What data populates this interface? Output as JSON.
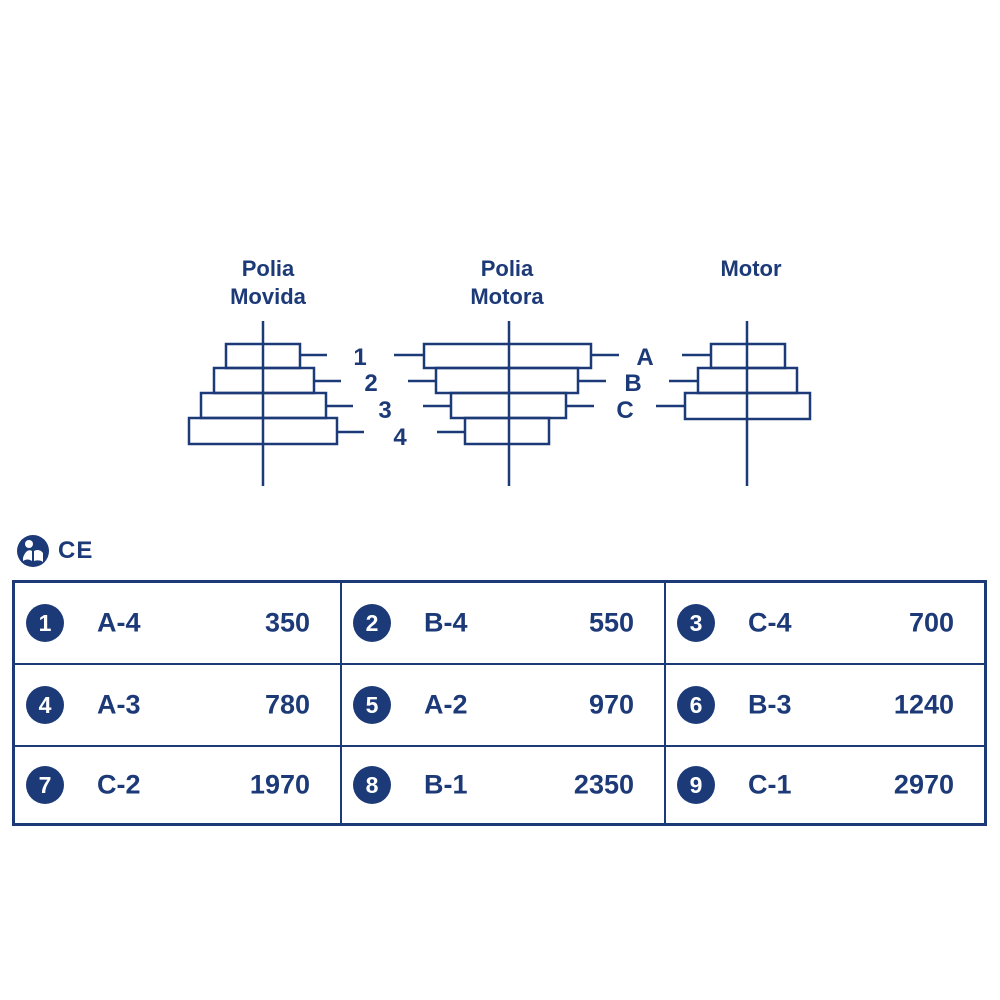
{
  "diagram": {
    "headers": {
      "driven": [
        "Polia",
        "Movida"
      ],
      "driver": [
        "Polia",
        "Motora"
      ],
      "motor": [
        "Motor"
      ]
    },
    "driven_labels": [
      "1",
      "2",
      "3",
      "4"
    ],
    "driver_labels": [
      "A",
      "B",
      "C"
    ]
  },
  "icons": {
    "manual": "read-manual-icon",
    "ce_mark": "CE"
  },
  "table": {
    "cells": [
      {
        "num": "1",
        "combo": "A-4",
        "rpm": "350"
      },
      {
        "num": "2",
        "combo": "B-4",
        "rpm": "550"
      },
      {
        "num": "3",
        "combo": "C-4",
        "rpm": "700"
      },
      {
        "num": "4",
        "combo": "A-3",
        "rpm": "780"
      },
      {
        "num": "5",
        "combo": "A-2",
        "rpm": "970"
      },
      {
        "num": "6",
        "combo": "B-3",
        "rpm": "1240"
      },
      {
        "num": "7",
        "combo": "C-2",
        "rpm": "1970"
      },
      {
        "num": "8",
        "combo": "B-1",
        "rpm": "2350"
      },
      {
        "num": "9",
        "combo": "C-1",
        "rpm": "2970"
      }
    ]
  },
  "colors": {
    "primary": "#1d3a78",
    "background": "#ffffff"
  }
}
